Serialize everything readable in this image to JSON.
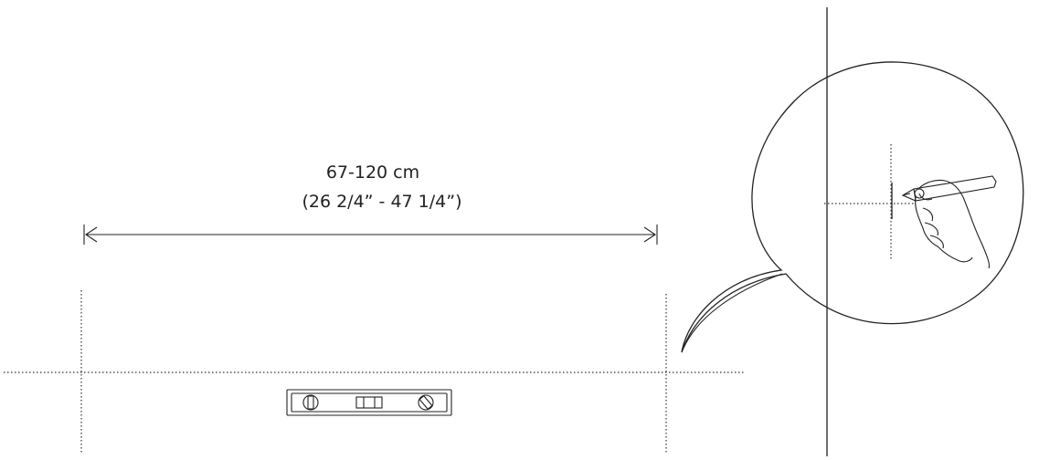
{
  "dimension": {
    "metric": "67-120 cm",
    "imperial": "(26 2/4” - 47 1/4”)"
  },
  "icons": {
    "level": "spirit-level-icon",
    "pencil_hand": "hand-with-pencil-icon",
    "callout": "magnifier-callout-bubble"
  },
  "colors": {
    "ink": "#222222",
    "background": "#ffffff"
  }
}
